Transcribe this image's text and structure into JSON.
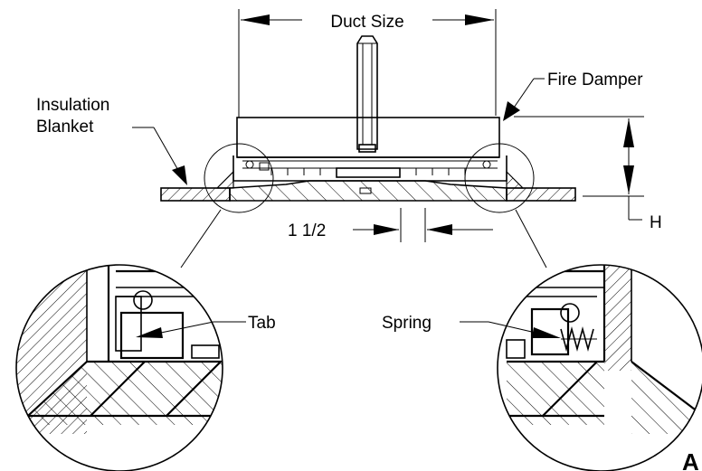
{
  "labels": {
    "duct_size": "Duct Size",
    "fire_damper": "Fire Damper",
    "insulation_line1": "Insulation",
    "insulation_line2": "Blanket",
    "dim_gap": "1 1/2",
    "dim_height": "H",
    "tab": "Tab",
    "spring": "Spring",
    "corner_letter": "A"
  },
  "colors": {
    "ink": "#000000",
    "paper": "#ffffff"
  }
}
